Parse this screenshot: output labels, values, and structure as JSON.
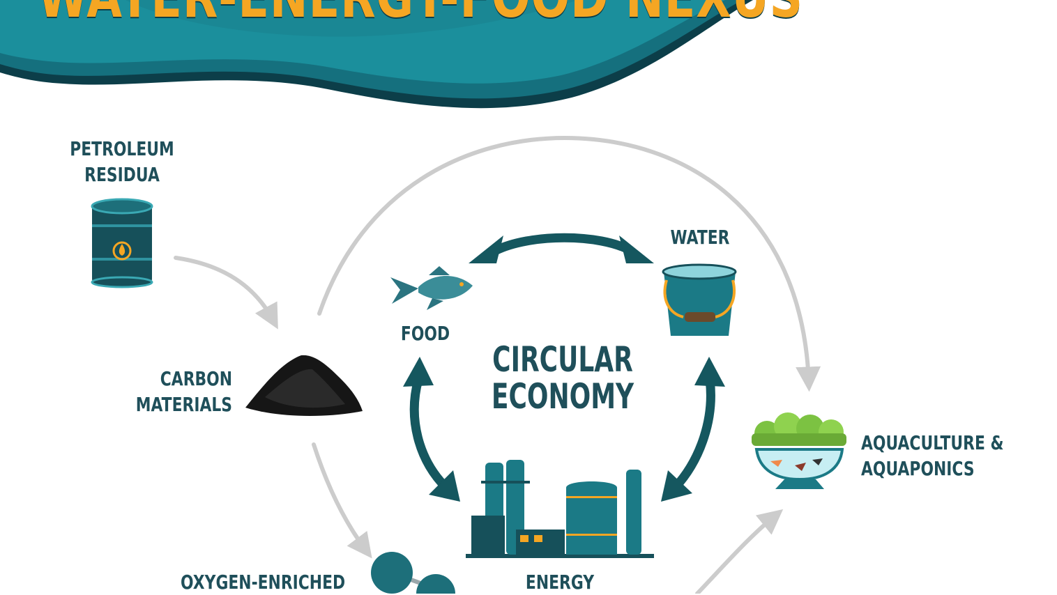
{
  "banner": {
    "title": "WATER-ENERGY-FOOD NEXUS",
    "colors": {
      "wave_dark": "#0c3e49",
      "wave_mid": "#15707e",
      "wave_light": "#1b8f9c",
      "title": "#f5a623"
    }
  },
  "center": {
    "line1": "CIRCULAR",
    "line2": "ECONOMY"
  },
  "nodes": {
    "petroleum": {
      "line1": "PETROLEUM",
      "line2": "RESIDUA",
      "icon": "oil-barrel-icon"
    },
    "carbon": {
      "line1": "CARBON",
      "line2": "MATERIALS",
      "icon": "carbon-pile-icon"
    },
    "oxygen": {
      "line1": "OXYGEN-ENRICHED",
      "icon": "molecule-icon"
    },
    "food": {
      "line1": "FOOD",
      "icon": "fish-icon"
    },
    "water": {
      "line1": "WATER",
      "icon": "bucket-icon"
    },
    "energy": {
      "line1": "ENERGY",
      "icon": "refinery-icon"
    },
    "aquaculture": {
      "line1": "AQUACULTURE &",
      "line2": "AQUAPONICS",
      "icon": "aquaponics-bowl-icon"
    }
  },
  "colors": {
    "label": "#1f4f5a",
    "dark_arrow": "#15575f",
    "gray_arrow": "#cccccc"
  }
}
